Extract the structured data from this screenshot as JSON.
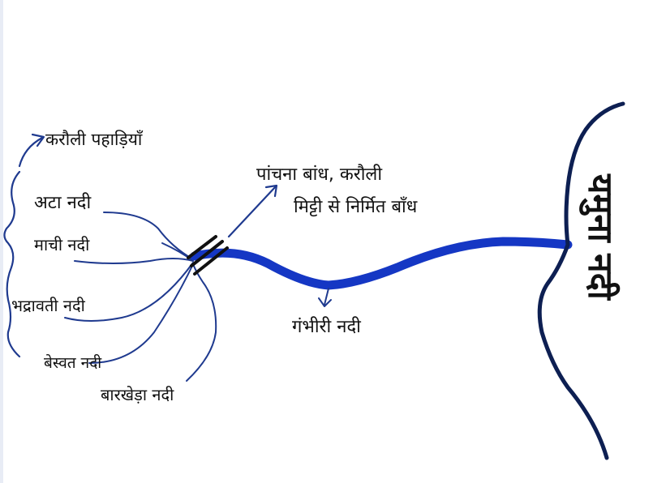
{
  "labels": {
    "karauli_hills": "करौली पहाड़ियाँ",
    "ata_river": "अटा नदी",
    "machi_river": "माची नदी",
    "bhadravati_river": "भद्रावती  नदी",
    "beswat_river": "बेस्वत नदी",
    "barkheda_river": "बारखेड़ा नदी",
    "panchna_dam_line1": "पांचना बांध, करौली",
    "panchna_dam_line2": "मिट्टी से निर्मित बाँध",
    "gambhiri_river": "गंभीरी नदी",
    "yamuna_river": "यमुना नदी"
  },
  "colors": {
    "main_river": "#1537c4",
    "tributary": "#1f3a8f",
    "yamuna_bank": "#0d1f52",
    "dam": "#111111",
    "text": "#111111",
    "left_bar": "#e8ecf5"
  }
}
